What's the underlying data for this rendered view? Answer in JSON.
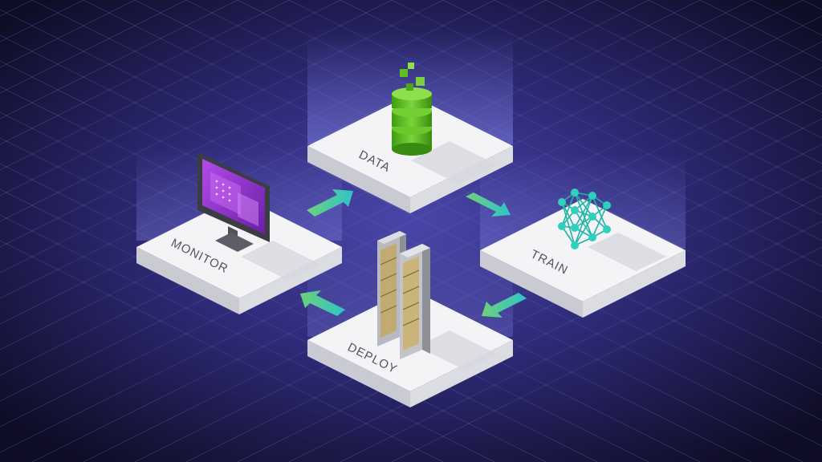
{
  "diagram": {
    "title": "",
    "stages": [
      {
        "id": "data",
        "label": "DATA",
        "icon": "database-cylinder-icon",
        "color": "#5fbf1f"
      },
      {
        "id": "train",
        "label": "TRAIN",
        "icon": "neural-network-icon",
        "color": "#1fb5a4"
      },
      {
        "id": "deploy",
        "label": "DEPLOY",
        "icon": "server-rack-icon",
        "color": "#c9b27a"
      },
      {
        "id": "monitor",
        "label": "MONITOR",
        "icon": "computer-monitor-icon",
        "color": "#9b3fd6"
      }
    ],
    "flow": [
      {
        "from": "data",
        "to": "train"
      },
      {
        "from": "train",
        "to": "deploy"
      },
      {
        "from": "deploy",
        "to": "monitor"
      },
      {
        "from": "monitor",
        "to": "data"
      }
    ],
    "colors": {
      "background": "#2a2670",
      "grid": "#5a60b8",
      "platform": "#f3f3f6",
      "arrow_start": "#6fd07a",
      "arrow_end": "#2fc3c8"
    }
  }
}
